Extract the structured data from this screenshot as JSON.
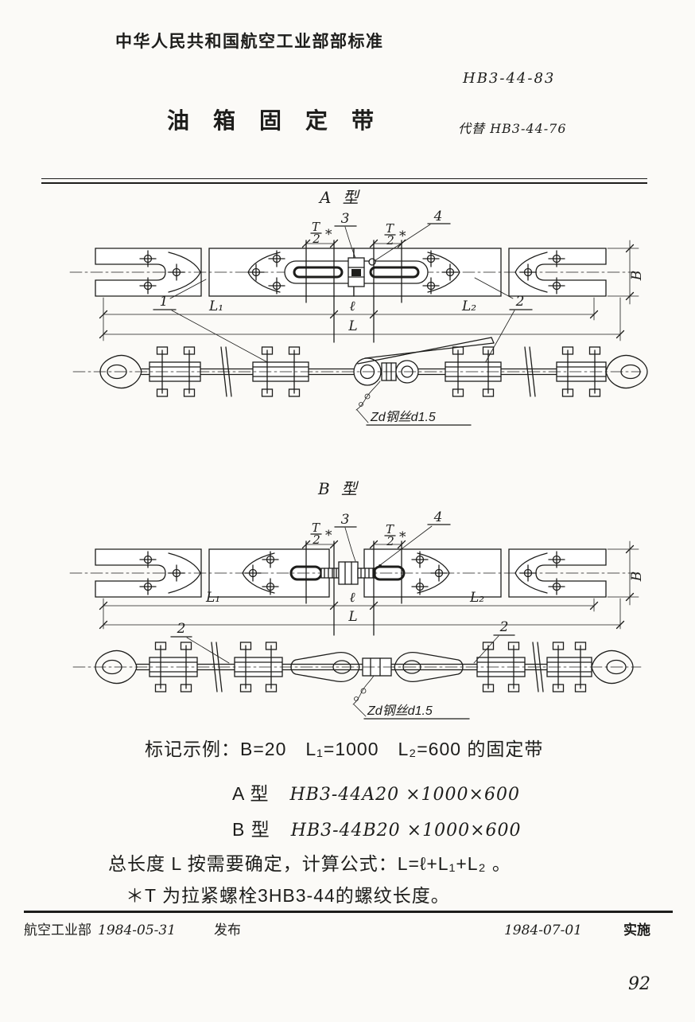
{
  "colors": {
    "ink": "#1d1d1b",
    "paper": "#fbfaf7"
  },
  "page": {
    "header": "中华人民共和国航空工业部部标准",
    "standard_no": "HB3-44-83",
    "replaces": "代替 HB3-44-76",
    "title": "油箱固定带",
    "page_number": "92"
  },
  "frac": {
    "num": "T",
    "den": "2",
    "star": "*"
  },
  "diagram_a": {
    "heading": "A 型",
    "part_1": "1",
    "part_2": "2",
    "part_3": "3",
    "part_4": "4",
    "dim_l1": "L₁",
    "dim_l": "ℓ",
    "dim_l2": "L₂",
    "dim_total": "L",
    "dim_width": "B",
    "wire_note": "Zd钢丝d1.5"
  },
  "diagram_b": {
    "heading": "B 型",
    "part_2_left": "2",
    "part_2_right": "2",
    "part_3": "3",
    "part_4": "4",
    "dim_l1": "L₁",
    "dim_l": "ℓ",
    "dim_l2": "L₂",
    "dim_total": "L",
    "dim_width": "B",
    "wire_note": "Zd钢丝d1.5"
  },
  "notes": {
    "example": "标记示例：B=20　L₁=1000　L₂=600 的固定带",
    "type_a_label": "A 型",
    "type_a_code": "HB3-44A20 ×1000×600",
    "type_b_label": "B 型",
    "type_b_code": "HB3-44B20 ×1000×600",
    "length_formula": "总长度 L 按需要确定，计算公式：L=ℓ+L₁+L₂ 。",
    "thread_note": "＊T 为拉紧螺栓3HB3-44的螺纹长度。"
  },
  "footer": {
    "issuing_body": "航空工业部",
    "issue_date": "1984-05-31",
    "issue_label": "发布",
    "implement_date": "1984-07-01",
    "implement_label": "实施"
  }
}
